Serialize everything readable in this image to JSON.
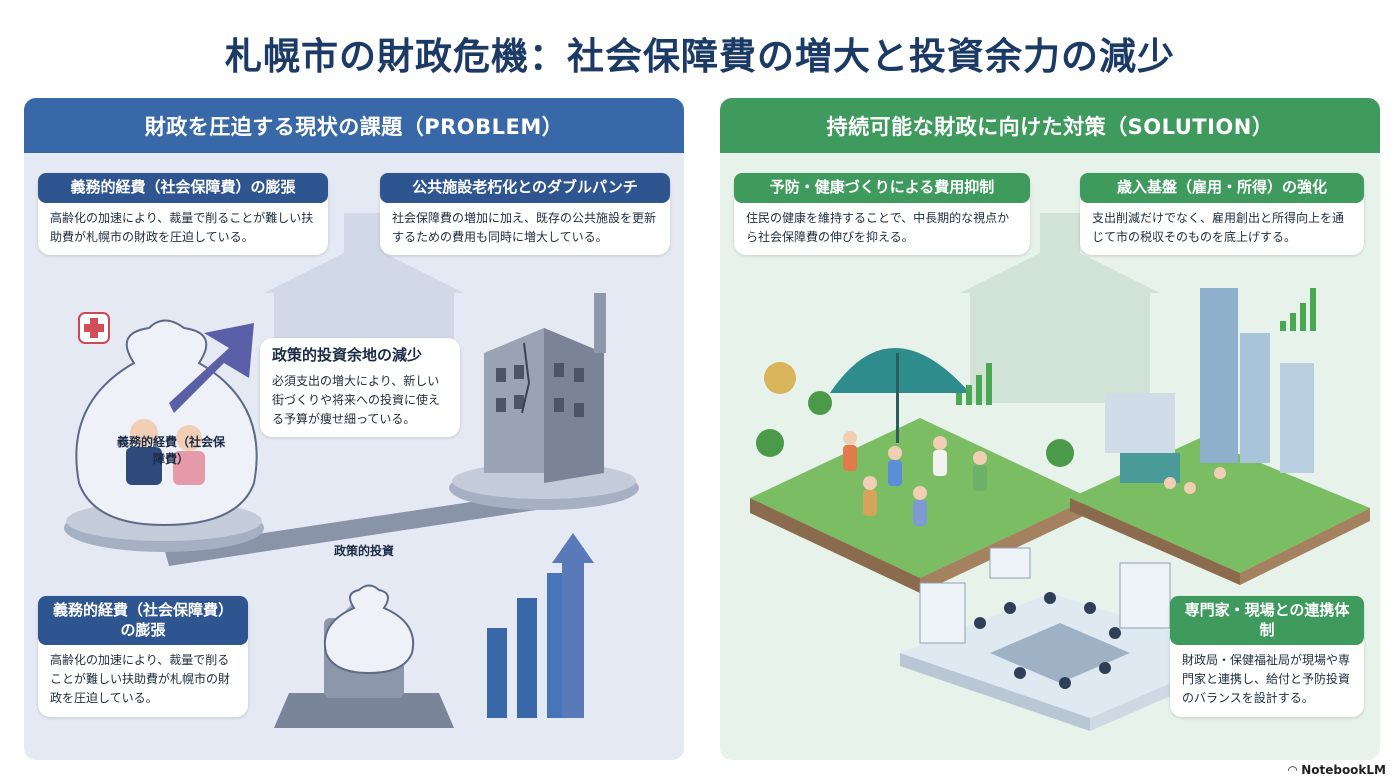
{
  "title": "札幌市の財政危機：社会保障費の増大と投資余力の減少",
  "left_panel": {
    "header": "財政を圧迫する現状の課題（PROBLEM）",
    "box1": {
      "title": "義務的経費（社会保障費）の膨張",
      "body": "高齢化の加速により、裁量で削ることが難しい扶助費が札幌市の財政を圧迫している。"
    },
    "box2": {
      "title": "公共施設老朽化とのダブルパンチ",
      "body": "社会保障費の増加に加え、既存の公共施設を更新するための費用も同時に増大している。"
    },
    "box3": {
      "title": "政策的投資余地の減少",
      "body": "必須支出の増大により、新しい街づくりや将来への投資に使える予算が痩せ細っている。"
    },
    "box4": {
      "title": "義務的経費（社会保障費）の膨張",
      "body": "高齢化の加速により、裁量で削ることが難しい扶助費が札幌市の財政を圧迫している。"
    },
    "bag_label_large": "義務的経費（社会保障費）",
    "bag_label_small": "政策的投資"
  },
  "right_panel": {
    "header": "持続可能な財政に向けた対策（SOLUTION）",
    "box1": {
      "title": "予防・健康づくりによる費用抑制",
      "body": "住民の健康を維持することで、中長期的な視点から社会保障費の伸びを抑える。"
    },
    "box2": {
      "title": "歳入基盤（雇用・所得）の強化",
      "body": "支出削減だけでなく、雇用創出と所得向上を通じて市の税収そのものを底上げする。"
    },
    "box3": {
      "title": "専門家・現場との連携体制",
      "body": "財政局・保健福祉局が現場や専門家と連携し、給付と予防投資のバランスを設計する。"
    }
  },
  "footer": {
    "brand": "NotebookLM"
  },
  "colors": {
    "title": "#1b3a66",
    "problem": "#3868a8",
    "solution": "#3f9a5d"
  }
}
